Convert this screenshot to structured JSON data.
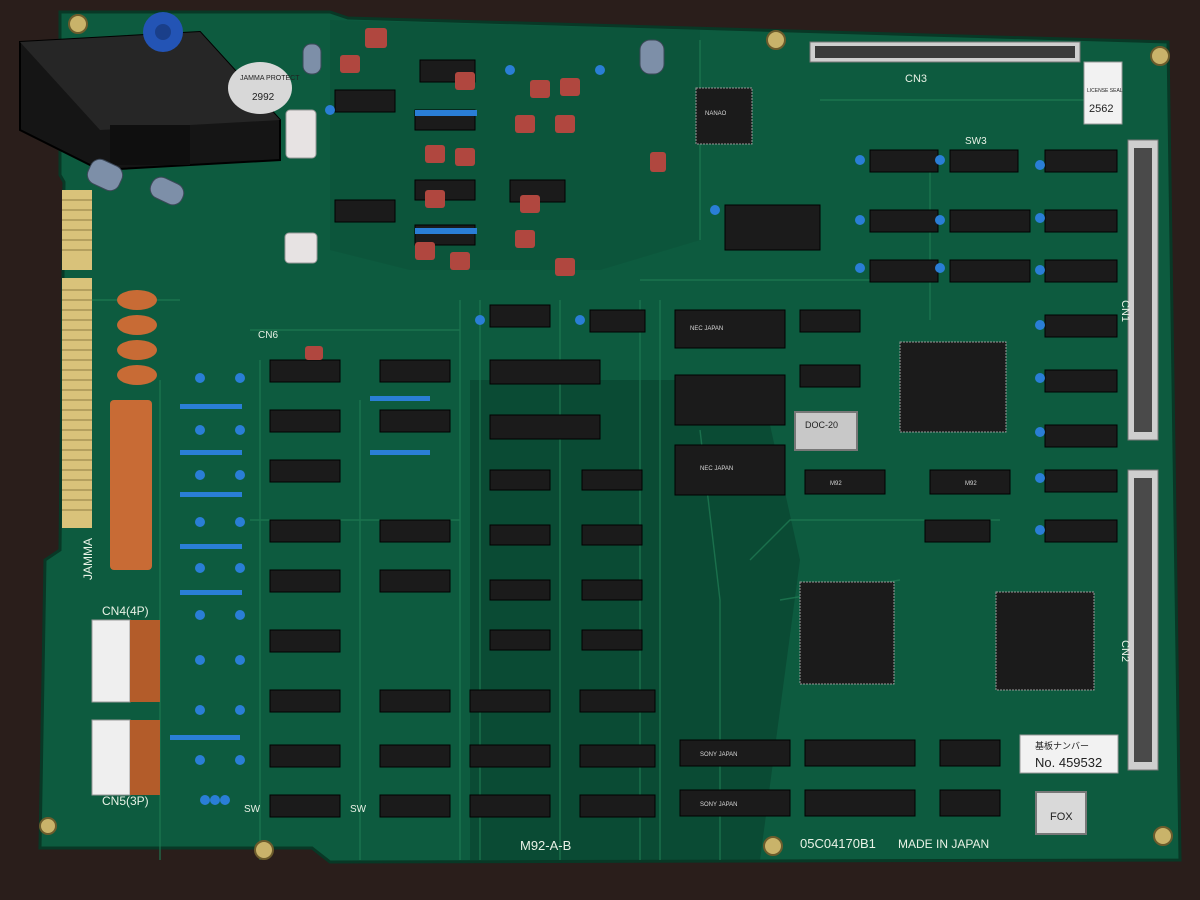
{
  "board": {
    "colors": {
      "background": "#2a1e1b",
      "pcb": "#0d5b3f",
      "pcb_dark": "#094731",
      "trace": "#1f7a53",
      "silkscreen": "#e9f2e6",
      "chip": "#1b1b1b",
      "capacitor_blue": "#2a7ed6",
      "capacitor_red": "#b0473f",
      "gold": "#d9c27a",
      "connector_white": "#efefef",
      "orange_resistor": "#c86b35"
    },
    "silkscreen": {
      "model": "M92-A-B",
      "code": "05C04170B1",
      "origin": "MADE IN JAPAN",
      "jamma": "JAMMA",
      "cn4": "CN4(4P)",
      "cn5": "CN5(3P)",
      "cn3": "CN3",
      "cn2": "CN2",
      "cn1": "CN1",
      "cn6": "CN6",
      "sw3": "SW3",
      "sw_left": "SW",
      "sw_mid": "SW"
    },
    "chips": {
      "nanao_top": "NANAO",
      "nec_1": "NEC JAPAN",
      "nec_2": "NEC JAPAN",
      "m92_left": "M92",
      "m92_right": "M92",
      "sony_1": "SONY JAPAN",
      "sony_2": "SONY JAPAN",
      "oscillator": "DOC-20"
    },
    "stickers": {
      "serial_header": "基板ナンバー",
      "serial_number": "No. 459532",
      "license": "2562",
      "license_title": "LICENSE SEAL",
      "fox": "FOX",
      "jamma_protect": "JAMMA PROTECT",
      "jamma_protect_num": "2992"
    }
  }
}
